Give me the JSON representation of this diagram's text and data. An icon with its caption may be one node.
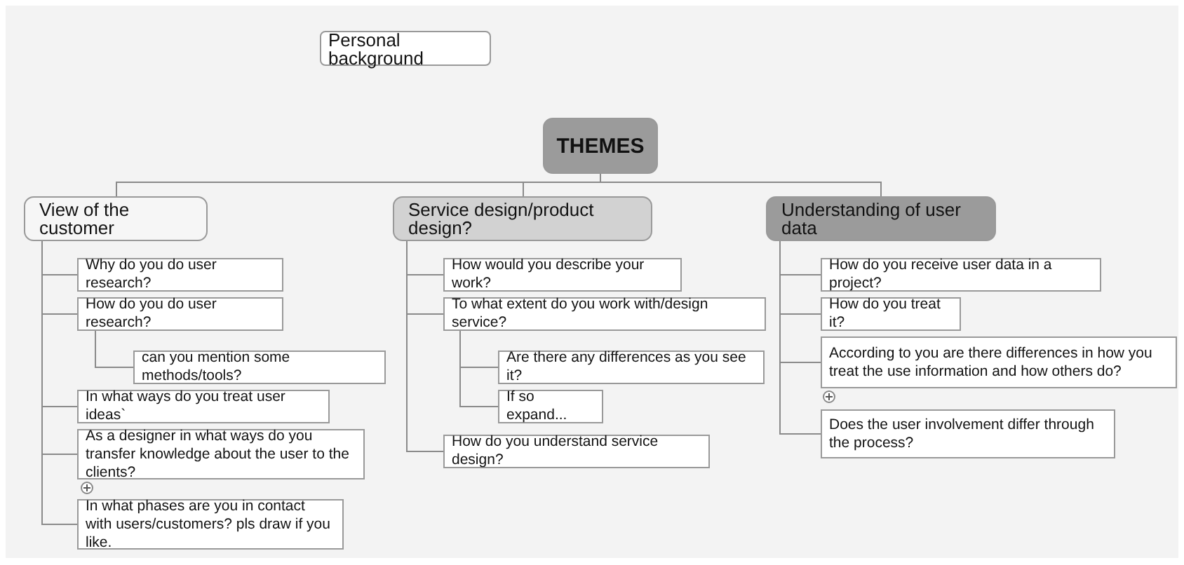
{
  "diagram": {
    "nodes": [
      {
        "text": [
          "Personal background"
        ]
      },
      {
        "text": [
          "THEMES"
        ]
      },
      {
        "text": [
          "View of the customer"
        ]
      },
      {
        "text": [
          "Service design/product design?"
        ]
      },
      {
        "text": [
          "Understanding of user data"
        ]
      },
      {
        "text": [
          "Why do you do user research?"
        ]
      },
      {
        "text": [
          "How do you do user research?"
        ]
      },
      {
        "text": [
          "can you mention some methods/tools?"
        ]
      },
      {
        "text": [
          "In what ways do you treat user ideas`"
        ]
      },
      {
        "text": [
          "As a designer in what ways do you transfer knowledge about the user to the clients?"
        ]
      },
      {
        "text": [
          "In what phases are you in contact with users/customers? pls draw if you like."
        ]
      },
      {
        "text": [
          "How would you describe your work?"
        ]
      },
      {
        "text": [
          "To what extent do you work with/design service?"
        ]
      },
      {
        "text": [
          "Are there any differences as you see it?"
        ]
      },
      {
        "text": [
          "If so expand..."
        ]
      },
      {
        "text": [
          "How do you understand service design?"
        ]
      },
      {
        "text": [
          "How do you receive user data in a project?"
        ]
      },
      {
        "text": [
          "How do you treat it?"
        ]
      },
      {
        "text": [
          "According to you are there differences in how you treat the use information and how others do?"
        ]
      },
      {
        "text": [
          "Does the user involvement differ through the process?"
        ]
      }
    ],
    "edges": [
      {
        "from": 1,
        "to": 2,
        "arrow": "none"
      },
      {
        "from": 1,
        "to": 3,
        "arrow": "none"
      },
      {
        "from": 1,
        "to": 4,
        "arrow": "none"
      },
      {
        "from": 2,
        "to": 5,
        "arrow": "none"
      },
      {
        "from": 2,
        "to": 6,
        "arrow": "none"
      },
      {
        "from": 6,
        "to": 7,
        "arrow": "none"
      },
      {
        "from": 2,
        "to": 8,
        "arrow": "none"
      },
      {
        "from": 2,
        "to": 9,
        "arrow": "none"
      },
      {
        "from": 2,
        "to": 10,
        "arrow": "none"
      },
      {
        "from": 3,
        "to": 11,
        "arrow": "none"
      },
      {
        "from": 3,
        "to": 12,
        "arrow": "none"
      },
      {
        "from": 12,
        "to": 13,
        "arrow": "none"
      },
      {
        "from": 12,
        "to": 14,
        "arrow": "none"
      },
      {
        "from": 3,
        "to": 15,
        "arrow": "none"
      },
      {
        "from": 4,
        "to": 16,
        "arrow": "none"
      },
      {
        "from": 4,
        "to": 17,
        "arrow": "none"
      },
      {
        "from": 4,
        "to": 18,
        "arrow": "none"
      },
      {
        "from": 4,
        "to": 19,
        "arrow": "none"
      }
    ]
  }
}
